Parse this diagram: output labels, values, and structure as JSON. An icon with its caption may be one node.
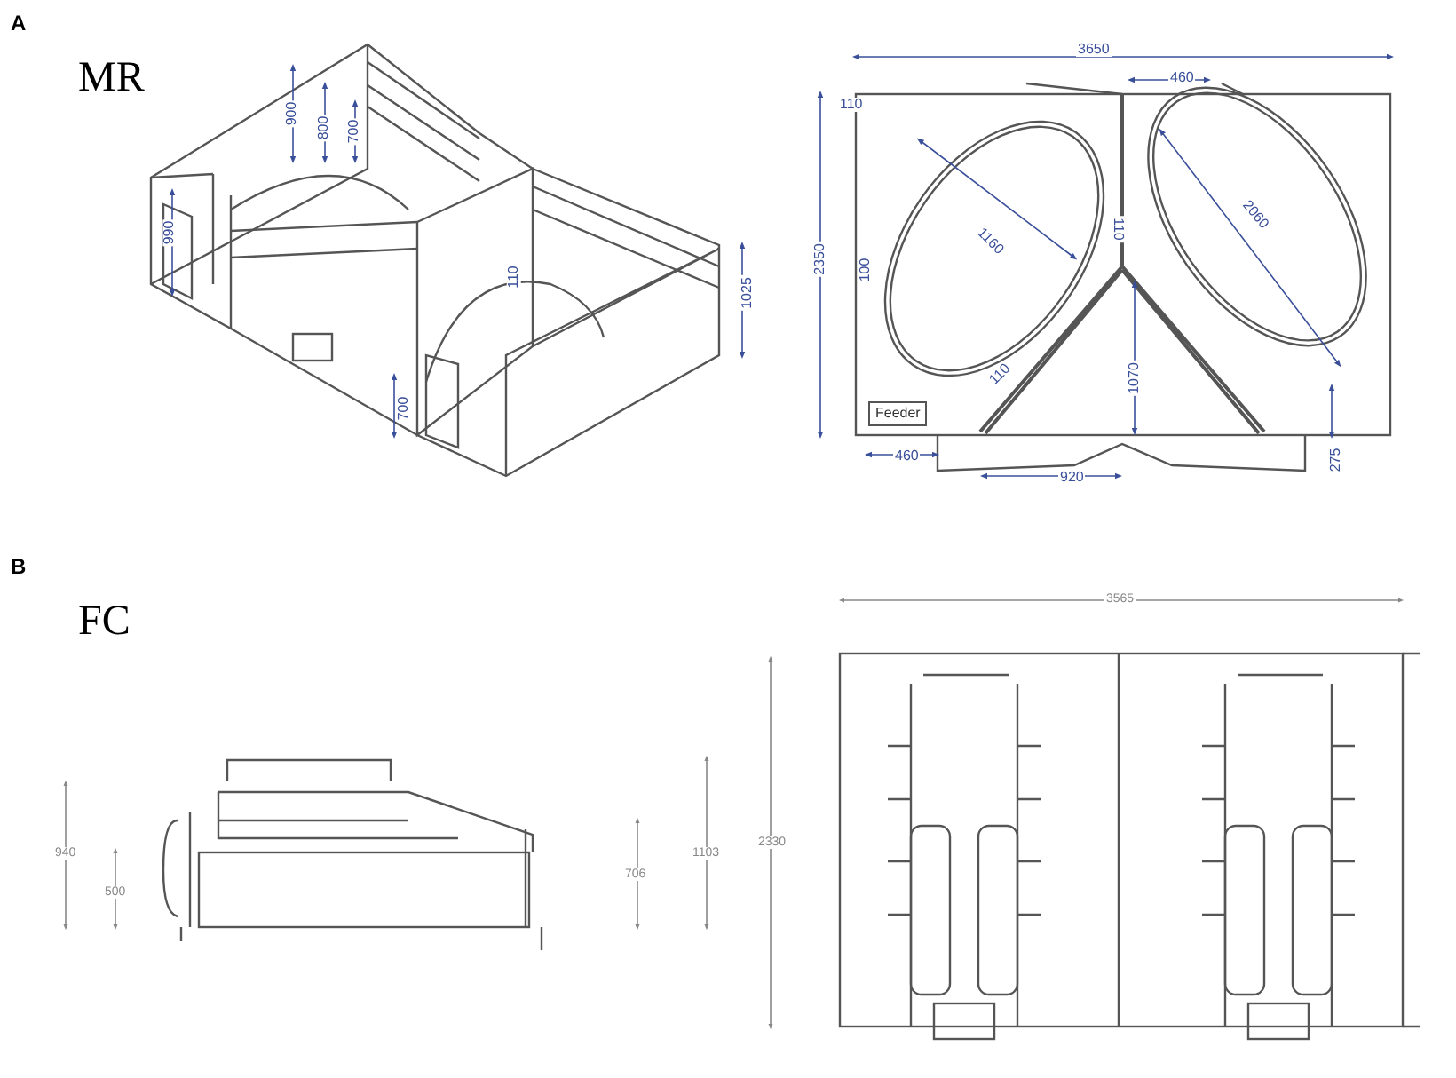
{
  "diagram": {
    "nodes": [
      {
        "text": [
          "Feeder"
        ]
      }
    ],
    "labels": [
      "A",
      "MR",
      "900",
      "800",
      "700",
      "990",
      "110",
      "1025",
      "700",
      "3650",
      "460",
      "110",
      "1160",
      "100",
      "110",
      "2060",
      "110",
      "1070",
      "2350",
      "460",
      "920",
      "275",
      "B",
      "FC",
      "940",
      "500",
      "706",
      "1103",
      "3565",
      "2330"
    ]
  }
}
